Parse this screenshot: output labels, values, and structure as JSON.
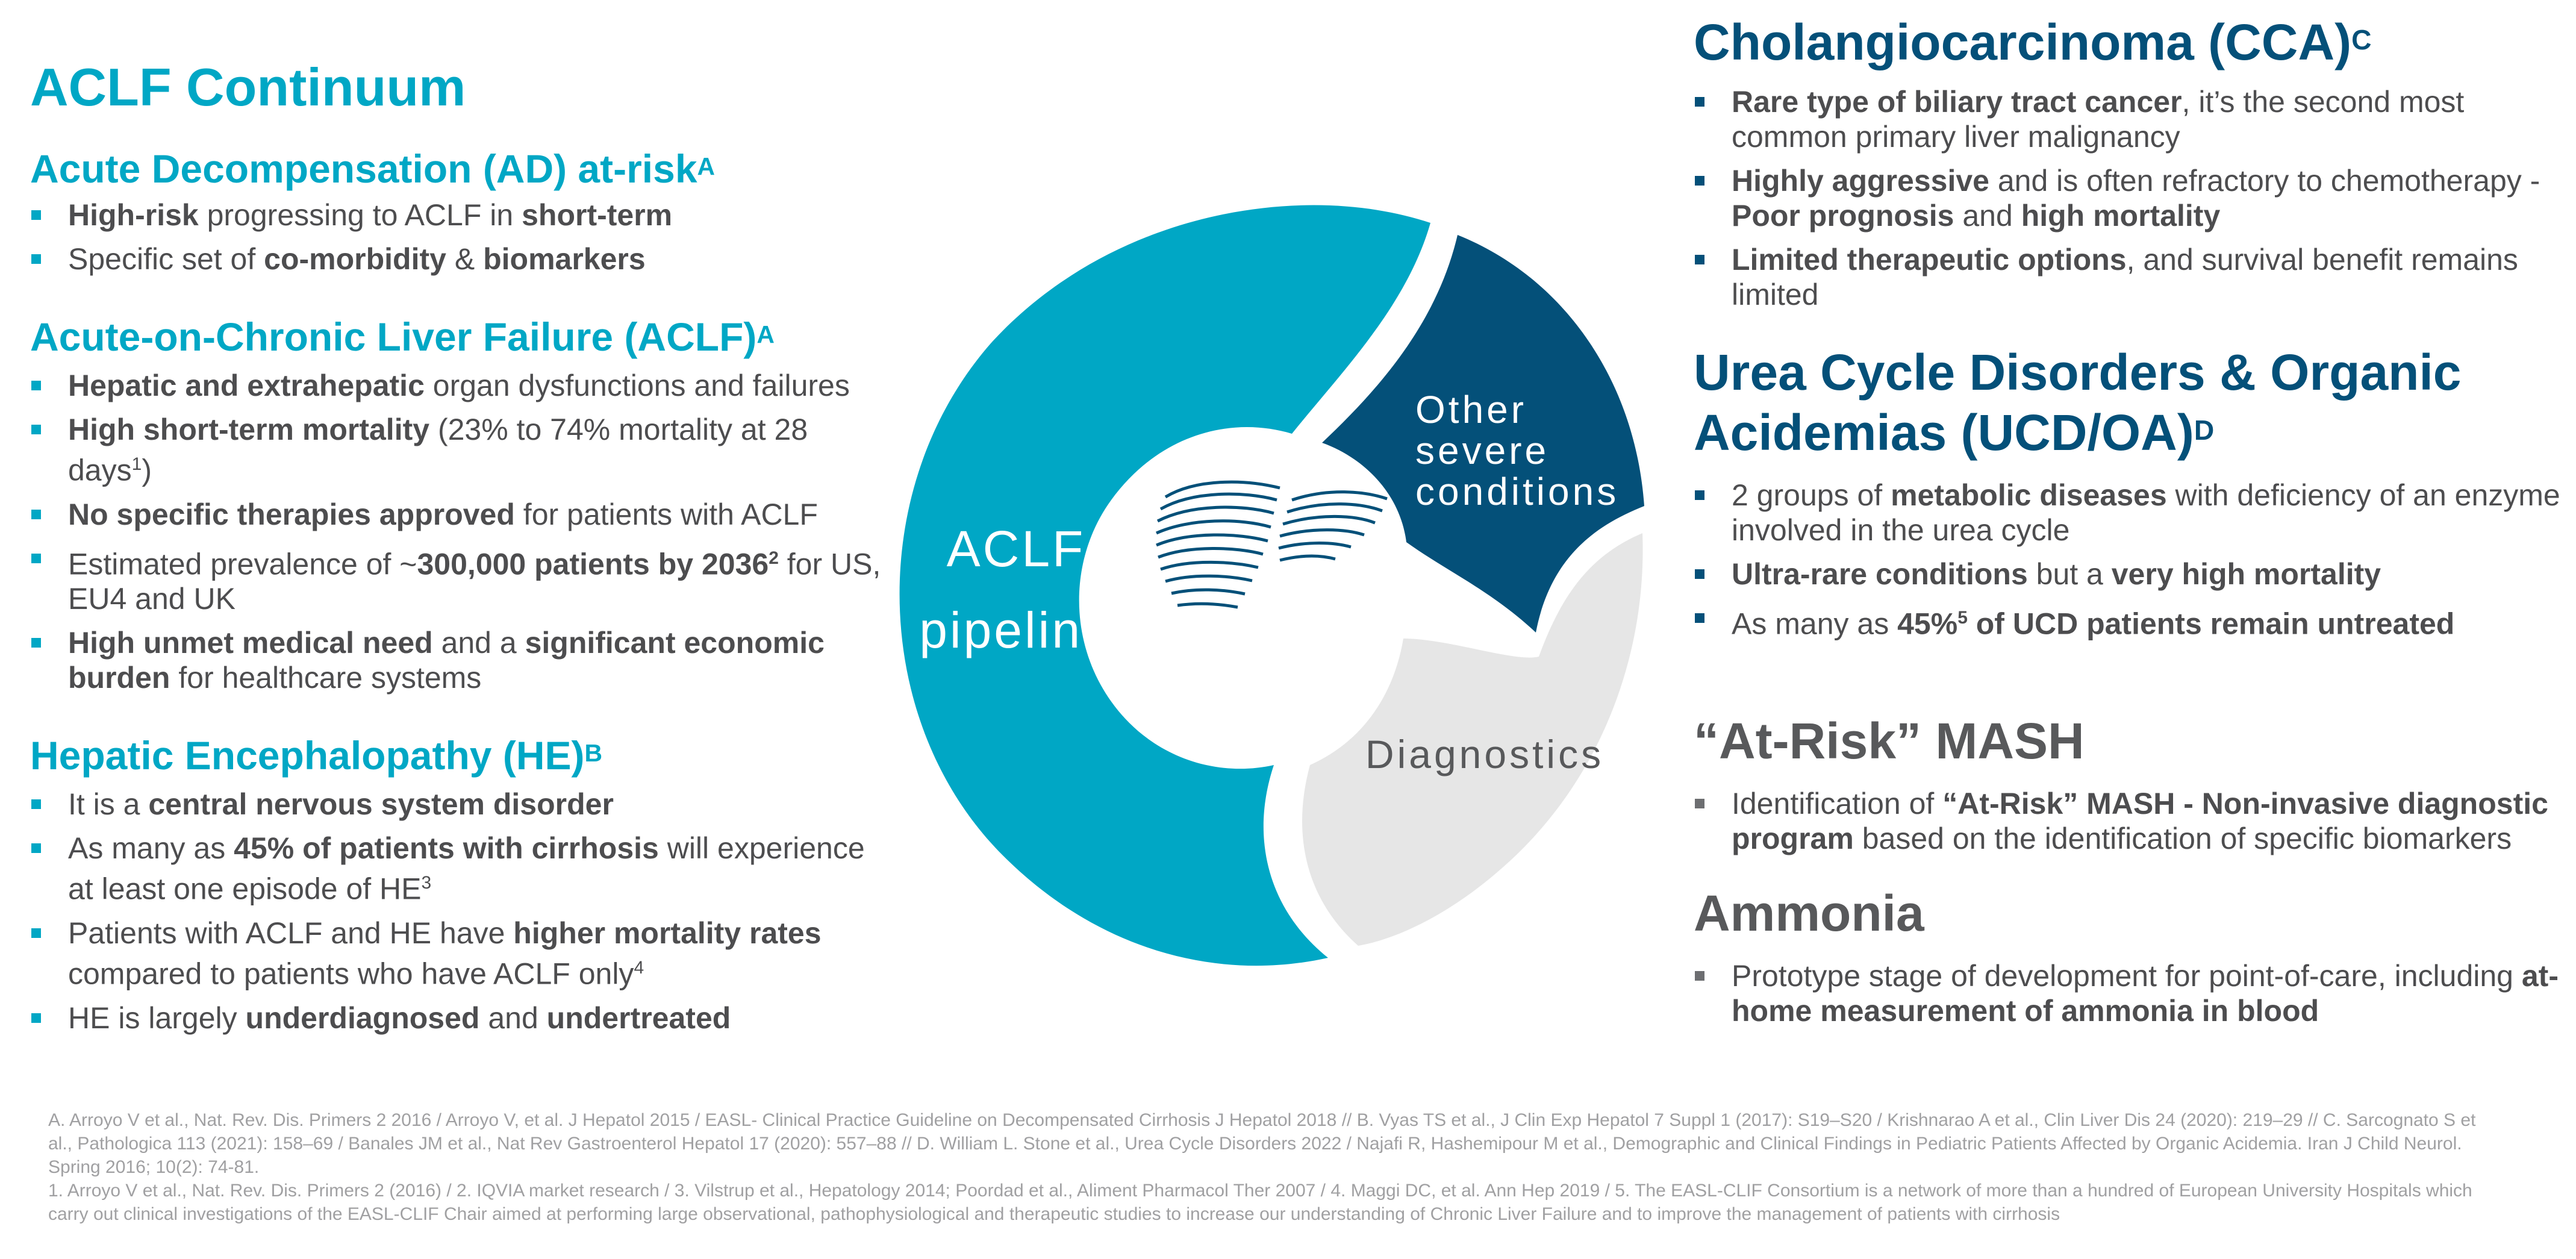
{
  "left": {
    "title": "ACLF Continuum",
    "sections": [
      {
        "title": "Acute Decompensation (AD) at-risk",
        "ref": "A",
        "bullets": [
          {
            "b1": "High-risk",
            "t1": " progressing to ACLF in ",
            "b2": "short-term"
          },
          {
            "t0": "Specific set of ",
            "b1": "co-morbidity",
            "t1": " & ",
            "b2": "biomarkers"
          }
        ]
      },
      {
        "title": "Acute-on-Chronic Liver Failure (ACLF)",
        "ref": "A",
        "bullets": [
          {
            "b1": "Hepatic and extrahepatic",
            "t1": " organ dysfunctions and failures"
          },
          {
            "b1": "High short-term mortality",
            "t1": " (23% to 74% mortality at 28 days",
            "sup": "1",
            "t2": ")"
          },
          {
            "b1": "No specific therapies approved",
            "t1": " for patients with ACLF"
          },
          {
            "t0": "Estimated prevalence of ~",
            "b1": "300,000 patients by 2036",
            "sup": "2",
            "t1": " for US, EU4 and UK"
          },
          {
            "b1": "High unmet medical need",
            "t1": " and a ",
            "b2": "significant economic burden",
            "t2": " for healthcare systems"
          }
        ]
      },
      {
        "title": "Hepatic Encephalopathy (HE)",
        "ref": "B",
        "bullets": [
          {
            "t0": "It is a ",
            "b1": "central nervous system disorder"
          },
          {
            "t0": "As many as ",
            "b1": "45% of patients with cirrhosis",
            "t1": " will experience at least one episode of HE",
            "sup": "3"
          },
          {
            "t0": "Patients with ACLF and HE have ",
            "b1": "higher mortality rates",
            "t1": " compared to patients who have ACLF only",
            "sup": "4"
          },
          {
            "t0": "HE is largely ",
            "b1": "underdiagnosed",
            "t1": " and ",
            "b2": "undertreated"
          }
        ]
      }
    ]
  },
  "donut": {
    "aclf_line1": "ACLF",
    "aclf_line2": "pipeline",
    "other_line1": "Other",
    "other_line2": "severe",
    "other_line3": "conditions",
    "diagnostics": "Diagnostics",
    "colors": {
      "teal": "#00a7c5",
      "navy": "#045079",
      "grey": "#e6e6e6"
    }
  },
  "right": {
    "cca": {
      "title": "Cholangiocarcinoma (CCA)",
      "ref": "C",
      "bullets": [
        {
          "b1": "Rare type of biliary tract cancer",
          "t1": ", it’s the second most common primary liver malignancy"
        },
        {
          "b1": "Highly aggressive",
          "t1": " and is often refractory to chemotherapy - ",
          "b2": "Poor prognosis",
          "t2": " and ",
          "b3": "high mortality"
        },
        {
          "b1": "Limited therapeutic options",
          "t1": ", and survival benefit remains limited"
        }
      ]
    },
    "ucd": {
      "title_line1": "Urea Cycle Disorders & Organic",
      "title_line2": "Acidemias (UCD/OA)",
      "ref": "D",
      "bullets": [
        {
          "t0": "2 groups of ",
          "b1": "metabolic diseases",
          "t1": " with deficiency of an enzyme involved in the urea cycle"
        },
        {
          "b1": "Ultra-rare conditions",
          "t1": " but a ",
          "b2": "very high mortality"
        },
        {
          "t0": "As many as ",
          "b1": "45%",
          "sup": "5",
          "b2": " of UCD patients remain untreated"
        }
      ]
    },
    "mash": {
      "title": "“At-Risk” MASH",
      "bullets": [
        {
          "t0": "Identification of ",
          "b1": "“At-Risk” MASH - Non-invasive diagnostic program",
          "t1": " based on the identification of specific biomarkers"
        }
      ]
    },
    "ammonia": {
      "title": "Ammonia",
      "bullets": [
        {
          "t0": "Prototype stage of development for point-of-care, including ",
          "b1": "at-home measurement of ammonia in blood"
        }
      ]
    }
  },
  "footnotes": {
    "line1": "A. Arroyo V et al., Nat. Rev. Dis. Primers 2 2016 / Arroyo V, et al. J Hepatol 2015  / EASL- Clinical Practice Guideline on Decompensated Cirrhosis J Hepatol 2018 //  B. Vyas TS et al., J Clin Exp Hepatol 7 Suppl 1 (2017): S19–S20  /  Krishnarao A et al., Clin Liver Dis 24 (2020): 219–29  //  C. Sarcognato S et al., Pathologica 113 (2021): 158–69  /  Banales JM et al., Nat Rev Gastroenterol Hepatol 17 (2020): 557–88  //  D. William L. Stone et al., Urea Cycle Disorders 2022  /  Najafi R, Hashemipour M et al., Demographic and Clinical Findings in Pediatric Patients Affected by Organic Acidemia. Iran J Child Neurol. Spring 2016; 10(2): 74-81.",
    "line2": "1. Arroyo V et al., Nat. Rev. Dis. Primers 2 (2016) / 2. IQVIA market research / 3. Vilstrup et al., Hepatology 2014; Poordad et al., Aliment Pharmacol Ther 2007 / 4. Maggi DC, et al. Ann Hep 2019 /  5. The EASL-CLIF Consortium is a network of more than a hundred of European University Hospitals which carry out clinical investigations of the EASL-CLIF Chair aimed at performing large observational, pathophysiological and therapeutic studies to increase our understanding of Chronic Liver Failure and to improve the management of patients with cirrhosis"
  }
}
